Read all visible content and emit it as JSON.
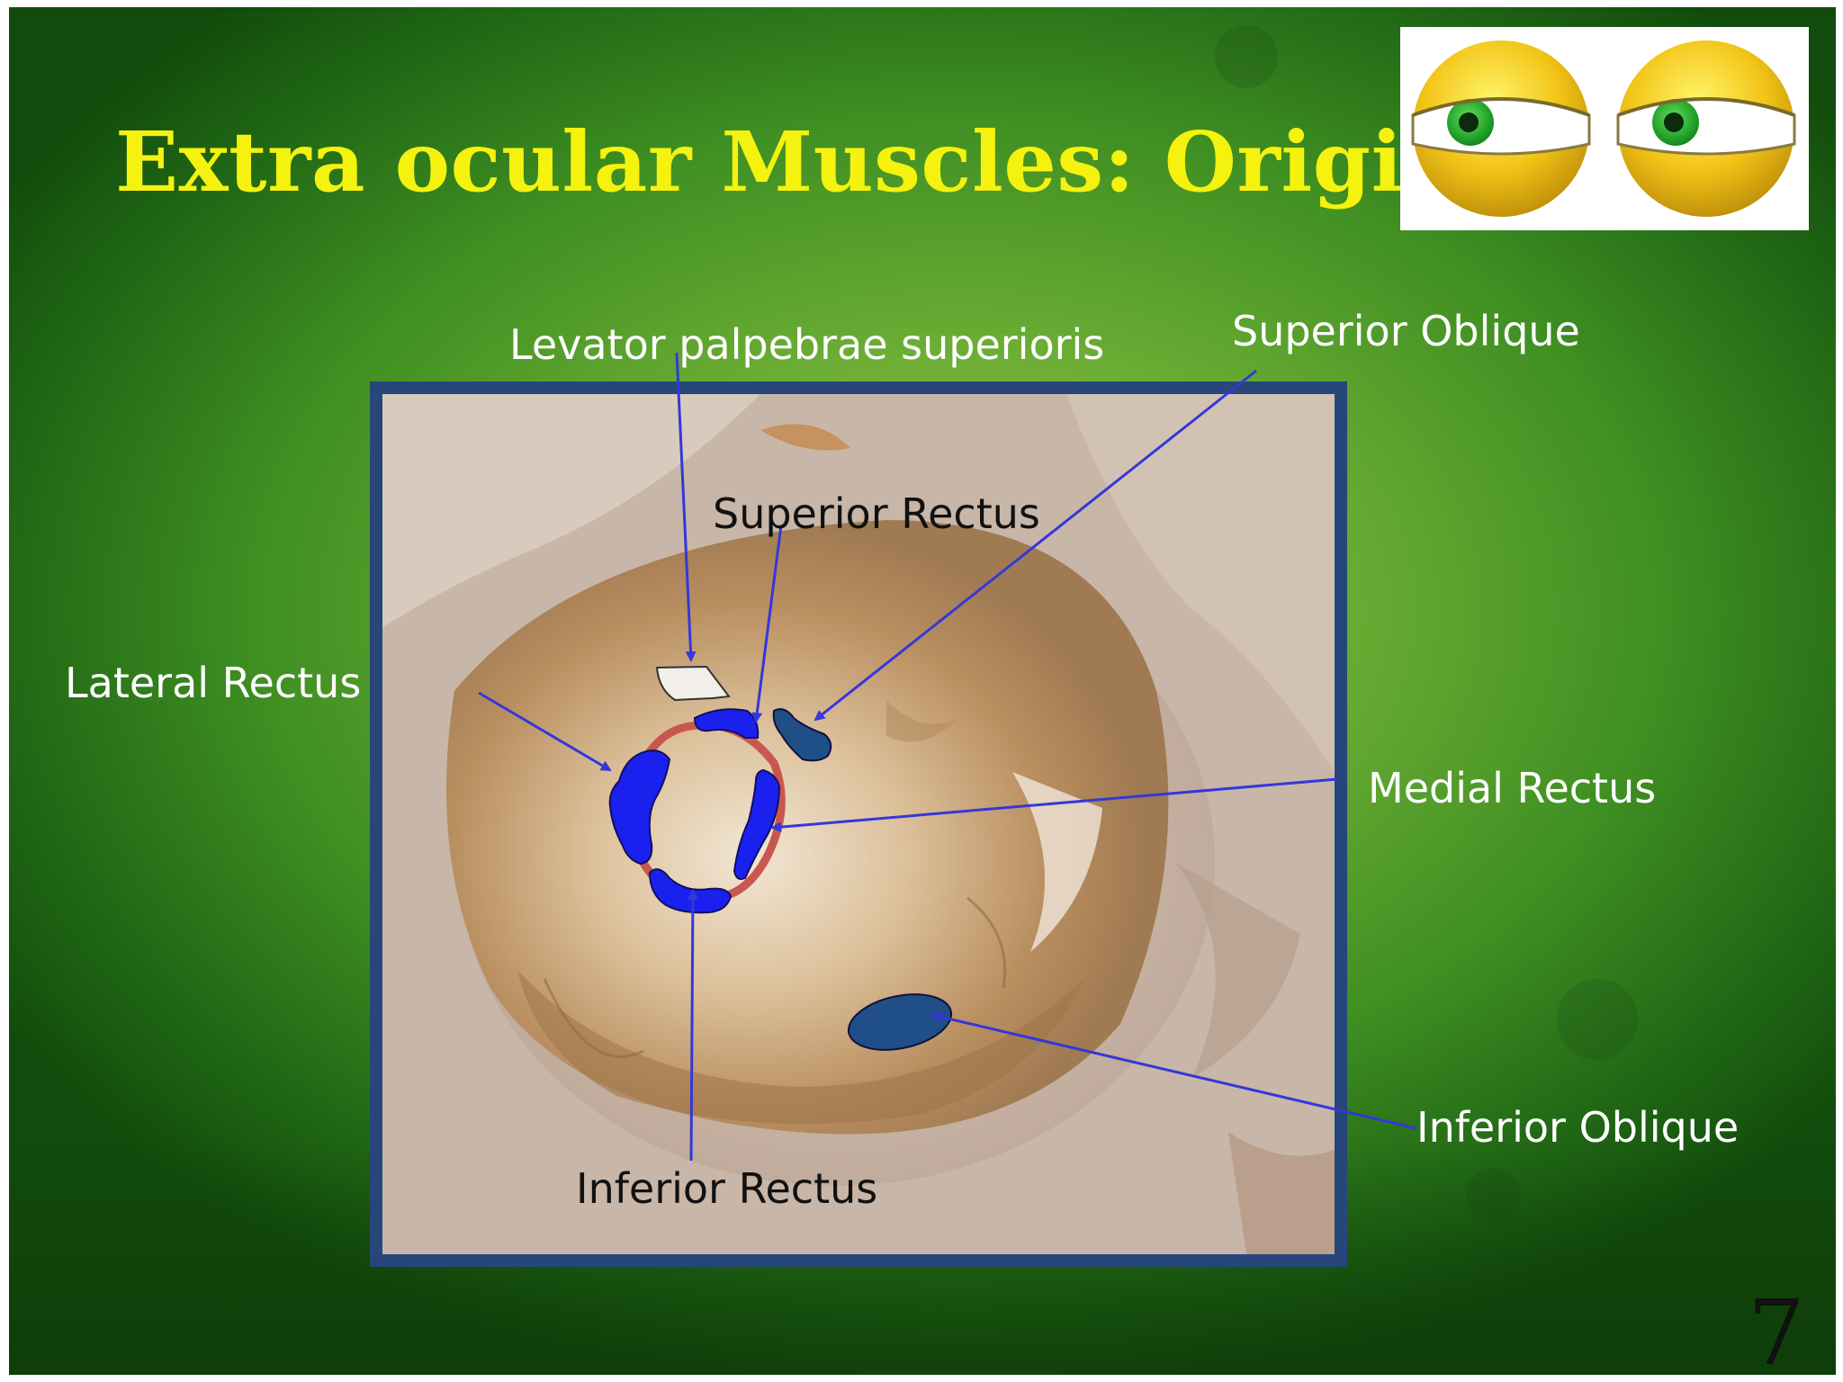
{
  "slide": {
    "title": "Extra ocular Muscles: Origin",
    "page_number": "7"
  },
  "colors": {
    "title": "#f4f20e",
    "background": "#4c9a2a",
    "frame": "#27467a",
    "muscle_blue": "#1a21ee",
    "muscle_dark_blue": "#1f4f86",
    "pointer_line": "#3438d8",
    "annular_ring": "#c9574f"
  },
  "illustration": {
    "eyes_icon": "cartoon-eyes-icon"
  },
  "labels": {
    "levator": "Levator palpebrae superioris",
    "superior_oblique": "Superior Oblique",
    "superior_rectus": "Superior Rectus",
    "lateral_rectus": "Lateral Rectus",
    "medial_rectus": "Medial Rectus",
    "inferior_oblique": "Inferior Oblique",
    "inferior_rectus": "Inferior Rectus"
  }
}
